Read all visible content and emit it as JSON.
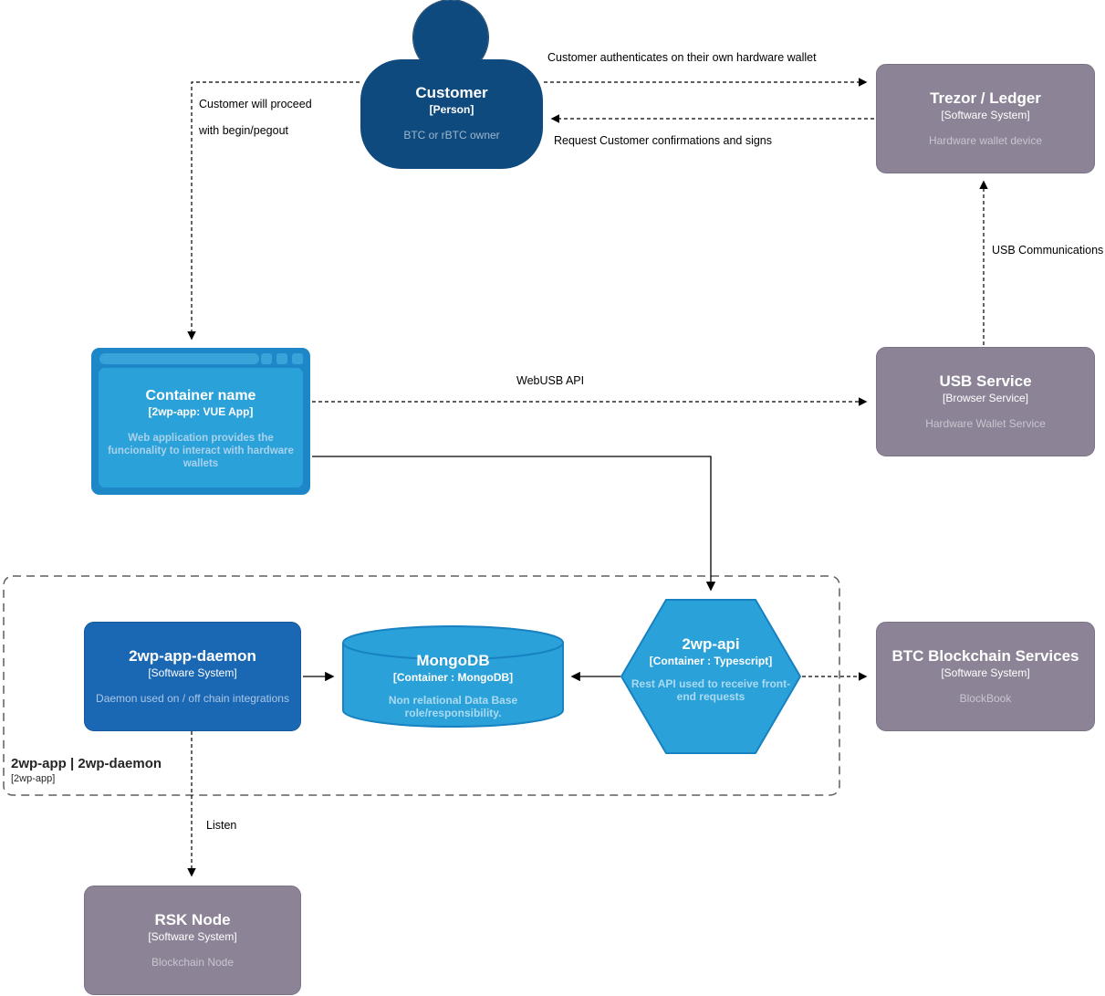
{
  "nodes": {
    "customer": {
      "title": "Customer",
      "subtitle": "[Person]",
      "description": "BTC or rBTC owner"
    },
    "trezor_ledger": {
      "title": "Trezor / Ledger",
      "subtitle": "[Software System]",
      "description": "Hardware wallet device"
    },
    "container_name": {
      "title": "Container name",
      "subtitle": "[2wp-app: VUE App]",
      "description": "Web application provides the funcionality to interact with hardware wallets"
    },
    "usb_service": {
      "title": "USB Service",
      "subtitle": "[Browser Service]",
      "description": "Hardware Wallet Service"
    },
    "daemon": {
      "title": "2wp-app-daemon",
      "subtitle": "[Software System]",
      "description": "Daemon used on / off chain integrations"
    },
    "mongodb": {
      "title": "MongoDB",
      "subtitle": "[Container : MongoDB]",
      "description": "Non relational Data Base role/responsibility."
    },
    "api": {
      "title": "2wp-api",
      "subtitle": "[Container : Typescript]",
      "description": "Rest API used to receive front-end requests"
    },
    "btc_services": {
      "title": "BTC Blockchain Services",
      "subtitle": "[Software System]",
      "description": "BlockBook"
    },
    "rsk_node": {
      "title": "RSK Node",
      "subtitle": "[Software System]",
      "description": "Blockchain Node"
    }
  },
  "boundary": {
    "title": "2wp-app | 2wp-daemon",
    "subtitle": "[2wp-app]"
  },
  "edges": {
    "authenticate": "Customer authenticates on their own hardware wallet",
    "request_confirm": "Request Customer confirmations and signs",
    "proceed_line1": "Customer will proceed",
    "proceed_line2": "with begin/pegout",
    "webusb": "WebUSB API",
    "usb_comm": "USB Communications",
    "listen": "Listen"
  },
  "colors": {
    "person_fill": "#0e4a7e",
    "external_system_fill": "#8c8496",
    "container_fill": "#2aa1d8",
    "container_border": "#1781c2",
    "daemon_fill": "#1a67b3",
    "muted_gray_text": "#c9c5d0",
    "muted_blue_text": "#a8d2ec",
    "edge_color": "#000000"
  }
}
